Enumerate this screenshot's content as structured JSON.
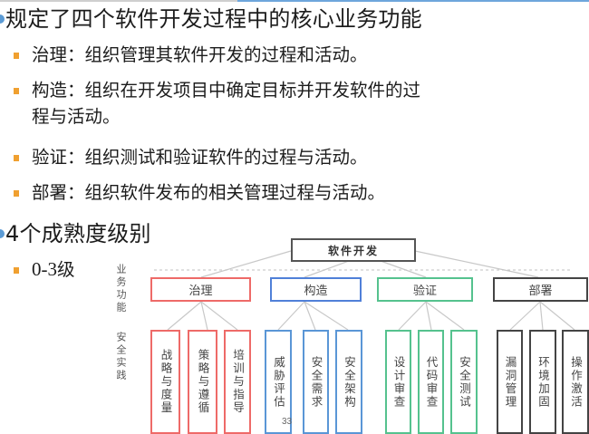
{
  "slide": {
    "heading1": "规定了四个软件开发过程中的核心业务功能",
    "functions": [
      {
        "line1": "治理：组织管理其软件开发的过程和活动。"
      },
      {
        "line1": "构造：组织在开发项目中确定目标并开发软件的过",
        "line2": "程与活动。"
      },
      {
        "line1": "验证：组织测试和验证软件的过程与活动。"
      },
      {
        "line1": "部署：组织软件发布的相关管理过程与活动。"
      }
    ],
    "heading2": "4个成熟度级别",
    "levels": {
      "text_num": "0-3",
      "text_suffix": "级"
    },
    "page_number": "33"
  },
  "diagram": {
    "root": "软件开发",
    "row_label_business": "业务功能",
    "row_label_practice": "安全实践",
    "categories": [
      {
        "name": "治理",
        "color": "#ee6a68",
        "practices": [
          "战略与度量",
          "策略与遵循",
          "培训与指导"
        ]
      },
      {
        "name": "构造",
        "color": "#5080d8",
        "practices": [
          "威胁评估",
          "安全需求",
          "安全架构"
        ]
      },
      {
        "name": "验证",
        "color": "#55c28e",
        "practices": [
          "设计审查",
          "代码审查",
          "安全测试"
        ]
      },
      {
        "name": "部署",
        "color": "#444444",
        "practices": [
          "漏洞管理",
          "环境加固",
          "操作激活"
        ]
      }
    ]
  },
  "colors": {
    "bullet_square": "#f0a030",
    "bullet_level1": "#5b9bd5",
    "accent_top": "#6ea6dc"
  }
}
